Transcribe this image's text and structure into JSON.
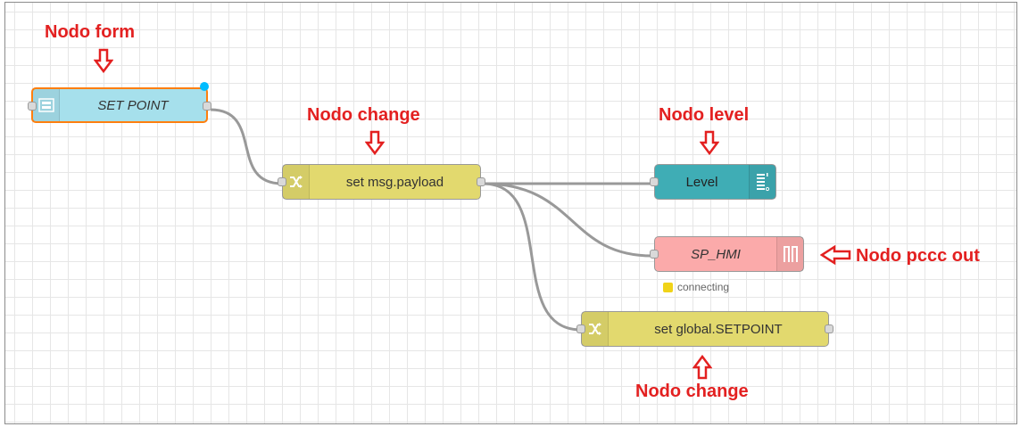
{
  "colors": {
    "form_node": "#a6e0ec",
    "change_node": "#e2d96e",
    "level_node": "#3fadb5",
    "pccc_node": "#fbaaaa",
    "selection": "#ff7f0e",
    "annotation": "#e32020",
    "status_connecting": "#f0d318"
  },
  "nodes": {
    "form": {
      "label": "SET POINT",
      "icon": "form-icon"
    },
    "change1": {
      "label": "set msg.payload",
      "icon": "shuffle-icon"
    },
    "level": {
      "label": "Level",
      "icon": "level-gauge-icon"
    },
    "pccc": {
      "label": "SP_HMI",
      "icon": "pulse-wave-icon",
      "status": "connecting"
    },
    "change2": {
      "label": "set global.SETPOINT",
      "icon": "shuffle-icon"
    }
  },
  "annotations": {
    "form": "Nodo form",
    "change1": "Nodo change",
    "level": "Nodo level",
    "pccc": "Nodo pccc out",
    "change2": "Nodo change"
  }
}
